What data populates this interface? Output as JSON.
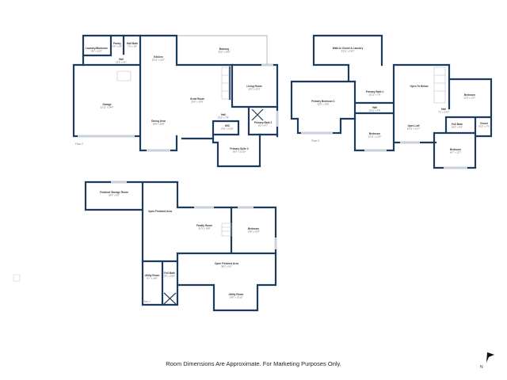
{
  "floors": [
    {
      "label": "Floor 2",
      "rooms": [
        {
          "name": "Laundry/Mudroom",
          "dims": "8'9\" x 10'2\""
        },
        {
          "name": "Pantry",
          "dims": "3'9\" x 5'8\""
        },
        {
          "name": "Half Bath",
          "dims": "7'0\" x 3'8\""
        },
        {
          "name": "Hall",
          "dims": "13'0\" x 4'2\""
        },
        {
          "name": "Kitchen",
          "dims": "12'11\" x 20'7\""
        },
        {
          "name": "Balcony",
          "dims": "32'2\" x 10'9\""
        },
        {
          "name": "Garage",
          "dims": "22'11\" x 24'9\""
        },
        {
          "name": "Great Room",
          "dims": "20'0\" x 15'9\""
        },
        {
          "name": "Living Room",
          "dims": "13'3\" x 13'3\""
        },
        {
          "name": "Dining Area",
          "dims": "18'8\" x 20'8\""
        },
        {
          "name": "Hall",
          "dims": "5'10\" x 7'8\""
        },
        {
          "name": "WIC",
          "dims": "8'11\" x 6'10\""
        },
        {
          "name": "Primary Bath 2",
          "dims": "8'2\" x 9'7\""
        },
        {
          "name": "Primary Suite 2",
          "dims": "16'0\" x 12'10\""
        }
      ]
    },
    {
      "label": "Floor 3",
      "rooms": [
        {
          "name": "Walk-In Closet & Laundry",
          "dims": "23'11\" x 14'5\""
        },
        {
          "name": "Primary Bedroom 1",
          "dims": "22'5\" x 15'8\""
        },
        {
          "name": "Primary Bath 1",
          "dims": "12'11\" x 7'8\""
        },
        {
          "name": "Hall",
          "dims": "13'11\" x 4'8\""
        },
        {
          "name": "Bedroom",
          "dims": "12'11\" x 12'9\""
        },
        {
          "name": "Open To Below",
          "dims": ""
        },
        {
          "name": "Open Loft",
          "dims": "19'11\" x 13'7\""
        },
        {
          "name": "Hall",
          "dims": "7'2\" x 14'3\""
        },
        {
          "name": "Bedroom",
          "dims": "12'9\" x 13'7\""
        },
        {
          "name": "Full Bath",
          "dims": "10'3\" x 5'9\""
        },
        {
          "name": "Closet",
          "dims": "5'10\" x 7'9\""
        },
        {
          "name": "Bedroom",
          "dims": "14'7\" x 12'7\""
        }
      ]
    },
    {
      "label": "Floor 1",
      "rooms": [
        {
          "name": "Finished Storage Room",
          "dims": "20'4\" x 9'0\""
        },
        {
          "name": "Open Finished Area",
          "dims": ""
        },
        {
          "name": "Family Room",
          "dims": "31'9\" x 18'8\""
        },
        {
          "name": "Bedroom",
          "dims": "13'8\" x 13'4\""
        },
        {
          "name": "Open Finished Area",
          "dims": "38'5\" x 9'2\""
        },
        {
          "name": "Utility Room",
          "dims": "6'7\" x 14'8\""
        },
        {
          "name": "Full Bath",
          "dims": "5'6\" x 10'8\""
        },
        {
          "name": "Utility Room",
          "dims": "16'8\" x 10'10\""
        }
      ]
    }
  ],
  "footer": "Room Dimensions Are Approximate. For Marketing Purposes Only.",
  "compass_label": "N",
  "colors": {
    "wall": "#1d3b5c",
    "window": "#c9d1d9"
  }
}
